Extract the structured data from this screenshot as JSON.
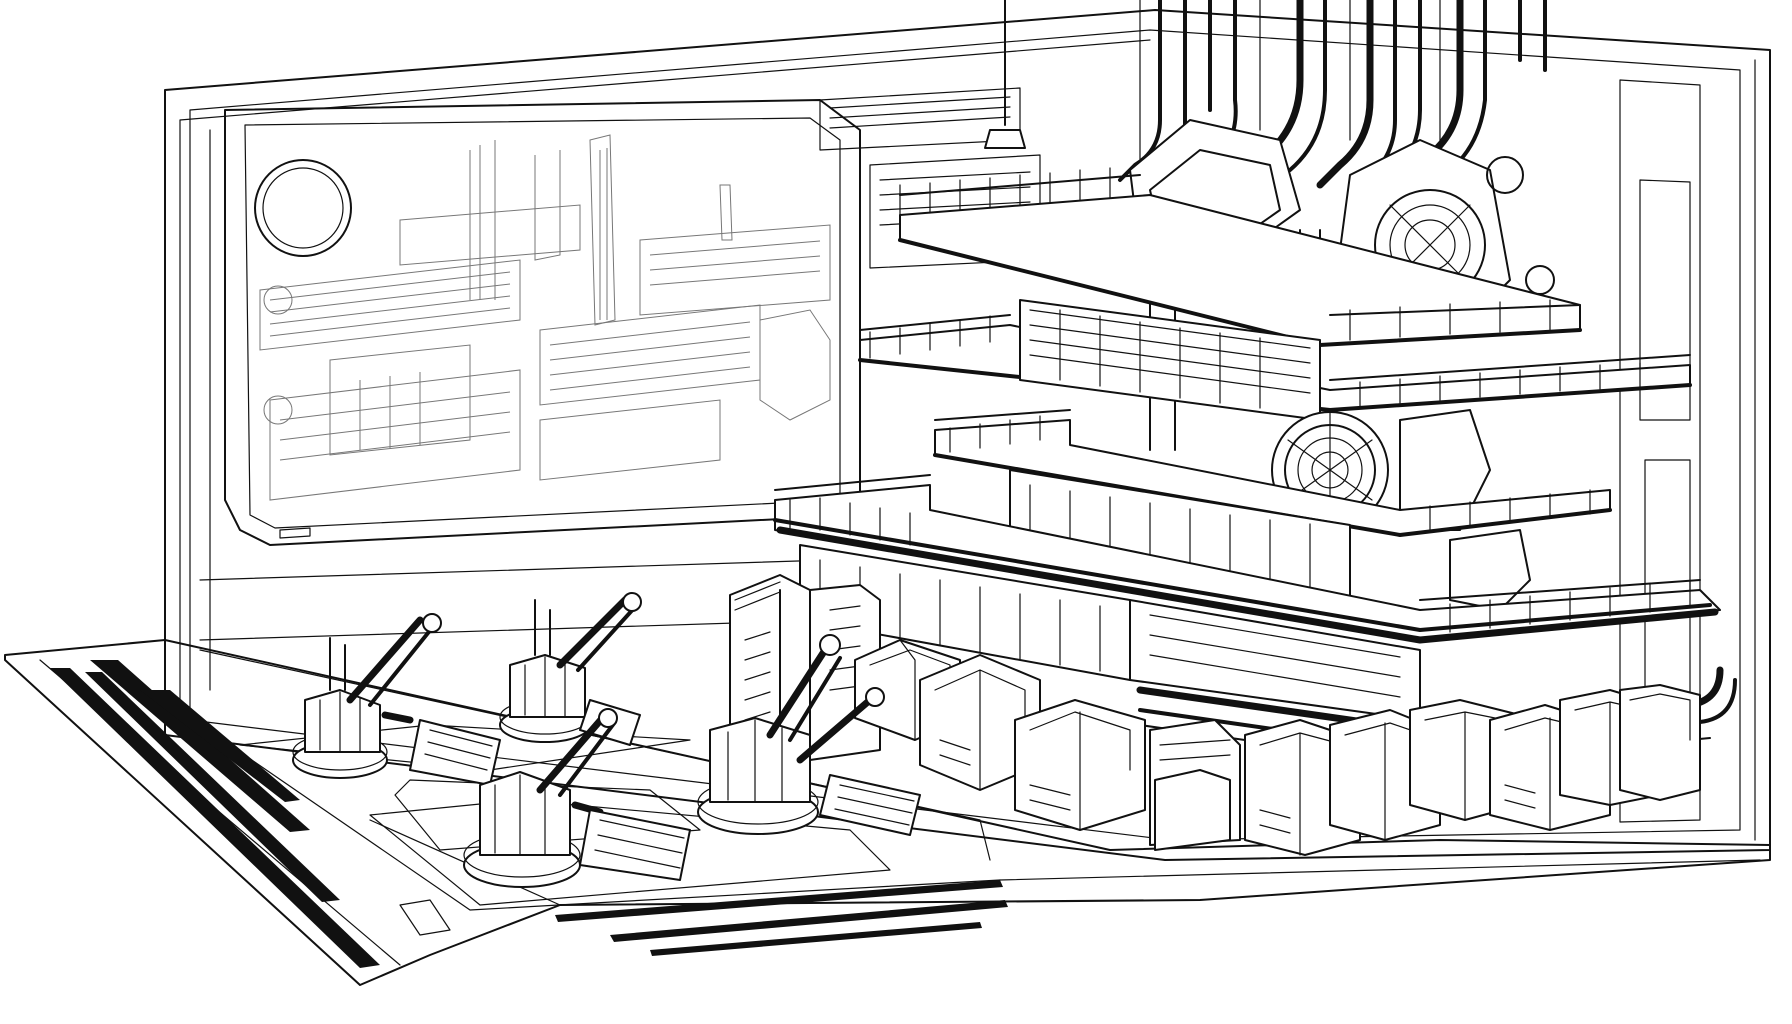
{
  "scene": {
    "ink_color": "#111111",
    "paper_color": "#ffffff",
    "faint_color": "#777777",
    "robot_arm_count": 4,
    "tier_count": 4,
    "module_count": 11
  }
}
